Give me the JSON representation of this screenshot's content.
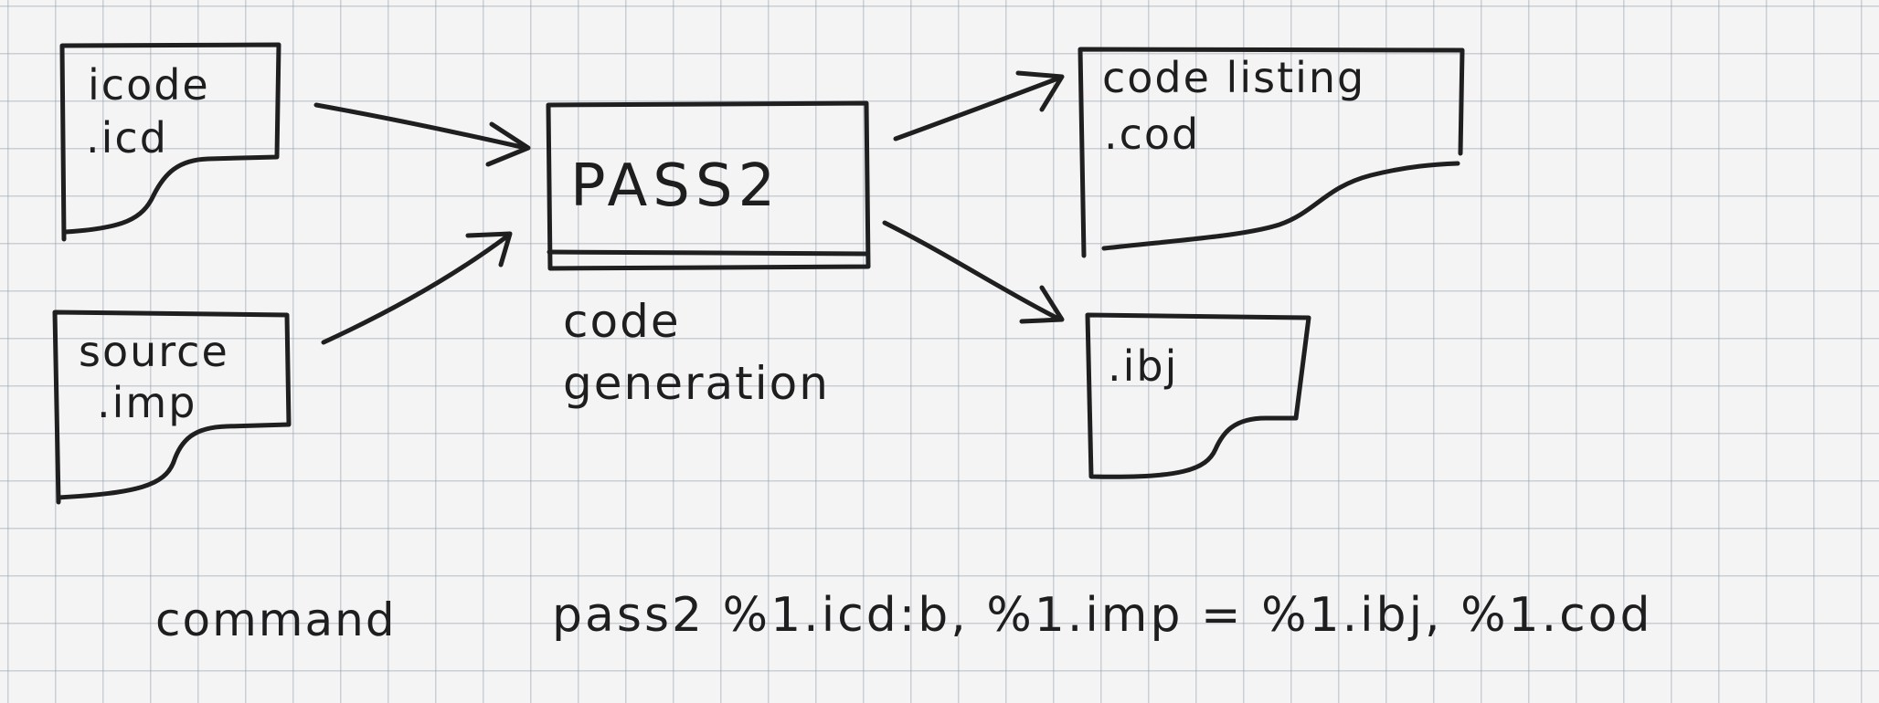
{
  "inputs": {
    "icode": {
      "line1": "icode",
      "line2": ".icd"
    },
    "source": {
      "line1": "source",
      "line2": ".imp"
    }
  },
  "process": {
    "title": "PASS2",
    "caption_line1": "code",
    "caption_line2": "generation"
  },
  "outputs": {
    "listing": {
      "line1": "code listing",
      "line2": ".cod"
    },
    "object": {
      "line1": ".ibj"
    }
  },
  "command": {
    "label": "command",
    "text": "pass2  %1.icd:b, %1.imp = %1.ibj, %1.cod"
  }
}
